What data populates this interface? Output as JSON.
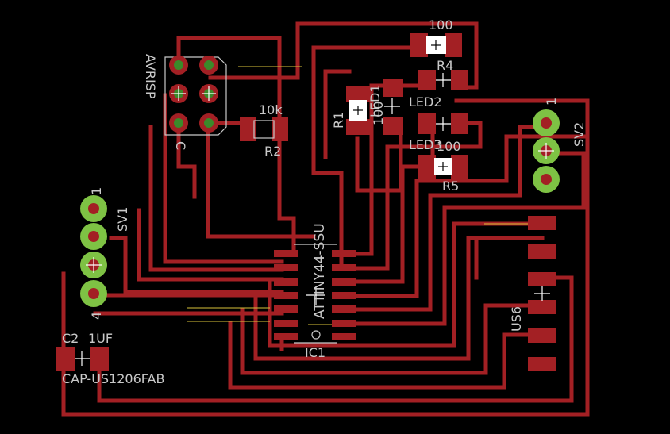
{
  "board": {
    "colors": {
      "background": "#000000",
      "copper": "#a32024",
      "silk": "#c9c9c9",
      "tpad": "#7ec244",
      "airwire": "#d9c23a"
    },
    "labels": {
      "avrisp": "AVRISP",
      "r4_value": "100",
      "r4_name": "R4",
      "led2": "LED2",
      "led1": "LED1",
      "r1": "R1",
      "r1_value": "100",
      "r2_value": "10k",
      "r2_name": "R2",
      "led3": "LED3",
      "r5_value": "100",
      "r5_name": "R5",
      "sv2": "SV2",
      "sv2_pin1": "1",
      "sv1": "SV1",
      "sv1_pin1": "1",
      "sv1_pin4": "4",
      "ic_part": "ATTINY44-SSU",
      "ic_name": "IC1",
      "c2_name": "C2",
      "c2_value": "1UF",
      "c2_package": "CAP-US1206FAB",
      "us6": "US6",
      "avrisp_pin": "C"
    }
  }
}
